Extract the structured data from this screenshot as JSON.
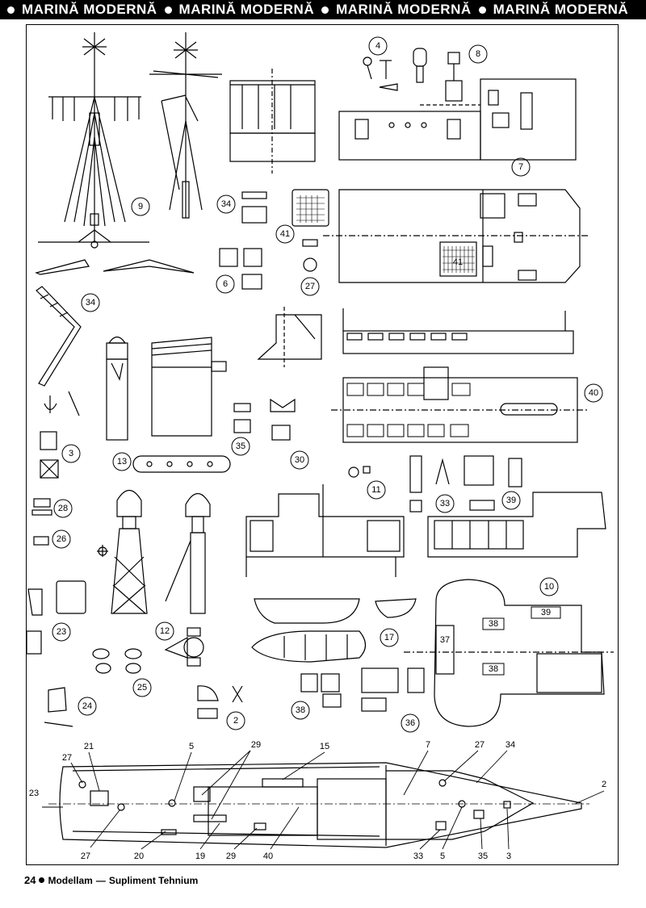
{
  "header": {
    "title": "MARINĂ MODERNĂ",
    "repeat": 4
  },
  "footer": {
    "page": "24",
    "magazine": "Modellam",
    "separator": "—",
    "supplement": "Supliment Tehnium"
  },
  "part_numbers": {
    "p4": "4",
    "p8": "8",
    "p7": "7",
    "p9": "9",
    "p34a": "34",
    "p41a": "41",
    "p6": "6",
    "p27a": "27",
    "p34b": "34",
    "p3": "3",
    "p13": "13",
    "p35": "35",
    "p30": "30",
    "p40": "40",
    "p11": "11",
    "p33": "33",
    "p39a": "39",
    "p28": "28",
    "p26": "26",
    "p12": "12",
    "p10": "10",
    "p23": "23",
    "p17": "17",
    "p25": "25",
    "p24": "24",
    "p2a": "2",
    "p38a": "38",
    "p36": "36"
  },
  "deck_labels": {
    "d38a": "38",
    "d39": "39",
    "d37": "37",
    "d38b": "38",
    "d41": "41"
  },
  "hull_labels": {
    "h21": "21",
    "h5a": "5",
    "h29a": "29",
    "h15": "15",
    "h7": "7",
    "h27a": "27",
    "h34": "34",
    "h2": "2",
    "h27b": "27",
    "h23": "23",
    "h27c": "27",
    "h20": "20",
    "h19": "19",
    "h29b": "29",
    "h40": "40",
    "h33": "33",
    "h5b": "5",
    "h35": "35",
    "h3": "3"
  },
  "colors": {
    "ink": "#000000",
    "paper": "#ffffff"
  }
}
